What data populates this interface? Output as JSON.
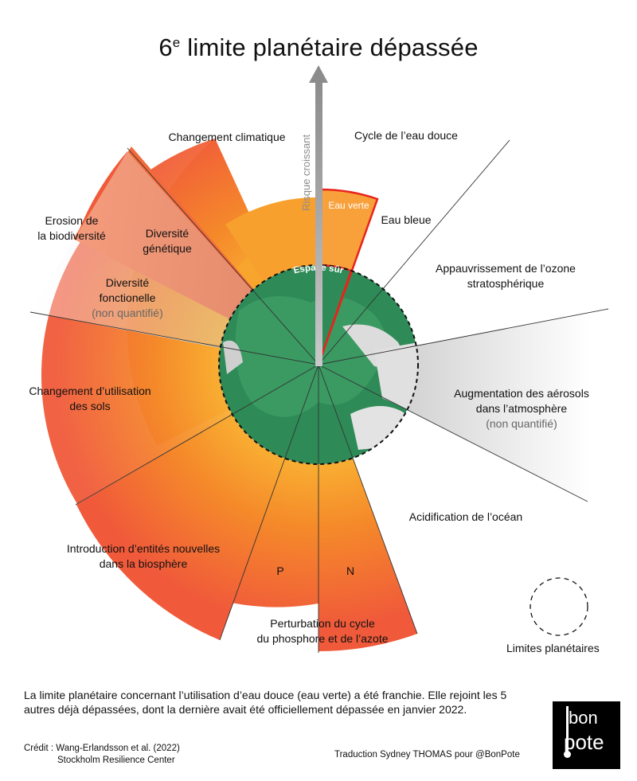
{
  "header": {
    "title_prefix": "6",
    "title_sup": "e",
    "title_rest": " limite planétaire dépassée"
  },
  "arrow_label": "Risque croissant",
  "safe_space_label": "Espace sûr",
  "segments": {
    "climate": "Changement climatique",
    "freshwater": "Cycle de l’eau douce",
    "green_water": "Eau verte",
    "blue_water": "Eau bleue",
    "biodiversity_erosion": "Erosion de\nla biodiversité",
    "genetic_diversity": "Diversité\ngénétique",
    "functional_diversity": "Diversité\nfonctionelle",
    "functional_diversity_note": "(non quantifié)",
    "ozone": "Appauvrissement de l’ozone\nstratosphérique",
    "land_use": "Changement d’utilisation\ndes sols",
    "aerosols": "Augmentation des aérosols\ndans l’atmosphère",
    "aerosols_note": "(non quantifié)",
    "ocean_acidification": "Acidification de l’océan",
    "novel_entities": "Introduction d’entités nouvelles\ndans la biosphère",
    "phosphorus": "P",
    "nitrogen": "N",
    "biogeochemical": "Perturbation du cycle\ndu phosphore et de l’azote"
  },
  "legend": {
    "boundaries_label": "Limites planétaires"
  },
  "caption": "La limite planétaire concernant l’utilisation d’eau douce (eau verte) a été franchie. Elle rejoint les 5 autres déjà dépassées, dont la dernière avait été officiellement dépassée en janvier 2022.",
  "credit": {
    "line1": "Crédit : Wang-Erlandsson et al. (2022)",
    "line2": "Stockholm Resilience Center"
  },
  "translation": "Traduction Sydney THOMAS pour @BonPote",
  "logo": {
    "top": "bon",
    "bottom": "pote"
  },
  "colors": {
    "safe_green": "#2e8b57",
    "exceeded_orange": "#f7941d",
    "high_risk_red": "#f05a3a",
    "not_quantified_grey": "#d9d9d9",
    "green_water_outline": "#e8231c"
  }
}
